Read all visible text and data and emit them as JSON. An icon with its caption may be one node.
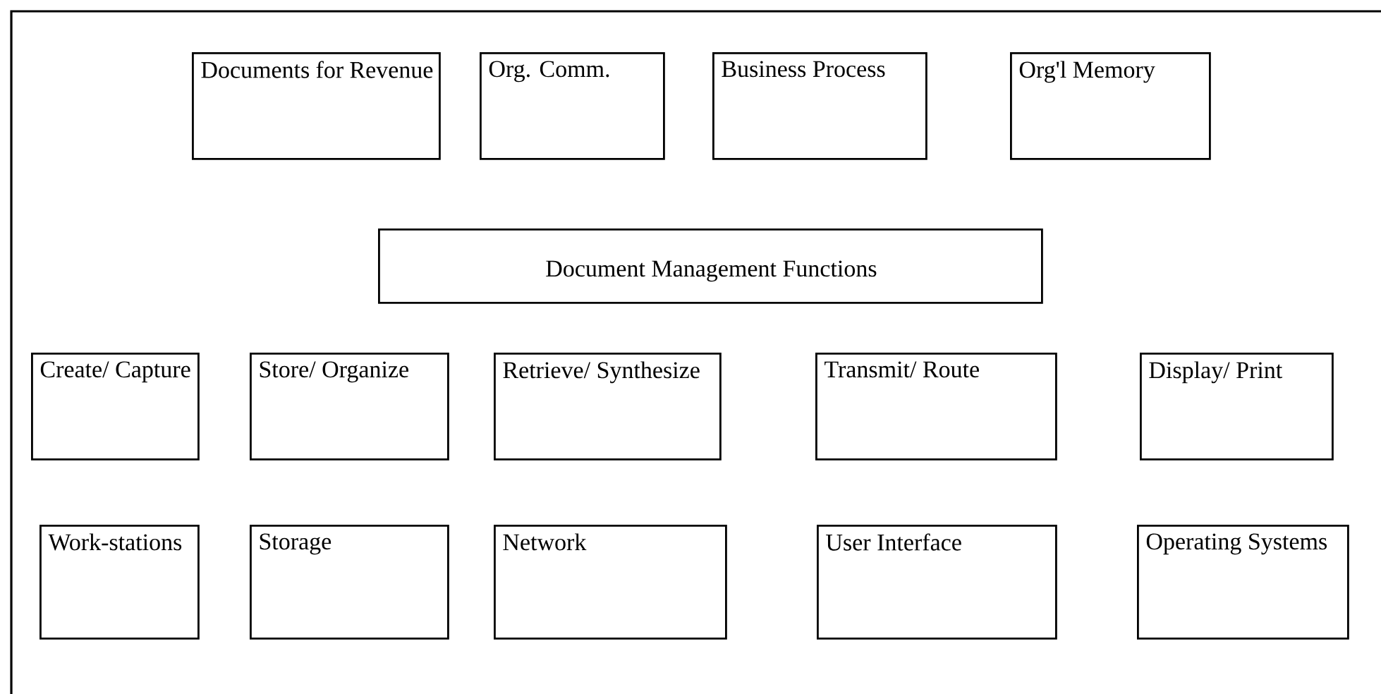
{
  "diagram": {
    "nodes": [
      {
        "text": [
          "Documents for Revenue"
        ]
      },
      {
        "text": [
          "Org. Comm."
        ]
      },
      {
        "text": [
          "Business Process"
        ]
      },
      {
        "text": [
          "Org'l Memory"
        ]
      },
      {
        "text": [
          "Document Management Functions"
        ]
      },
      {
        "text": [
          "Create/ Capture"
        ]
      },
      {
        "text": [
          "Store/ Organize"
        ]
      },
      {
        "text": [
          "Retrieve/ Synthesize"
        ]
      },
      {
        "text": [
          "Transmit/ Route"
        ]
      },
      {
        "text": [
          "Display/ Print"
        ]
      },
      {
        "text": [
          "Work-stations"
        ]
      },
      {
        "text": [
          "Storage"
        ]
      },
      {
        "text": [
          "Network"
        ]
      },
      {
        "text": [
          "User Interface"
        ]
      },
      {
        "text": [
          "Operating Systems"
        ]
      }
    ]
  }
}
